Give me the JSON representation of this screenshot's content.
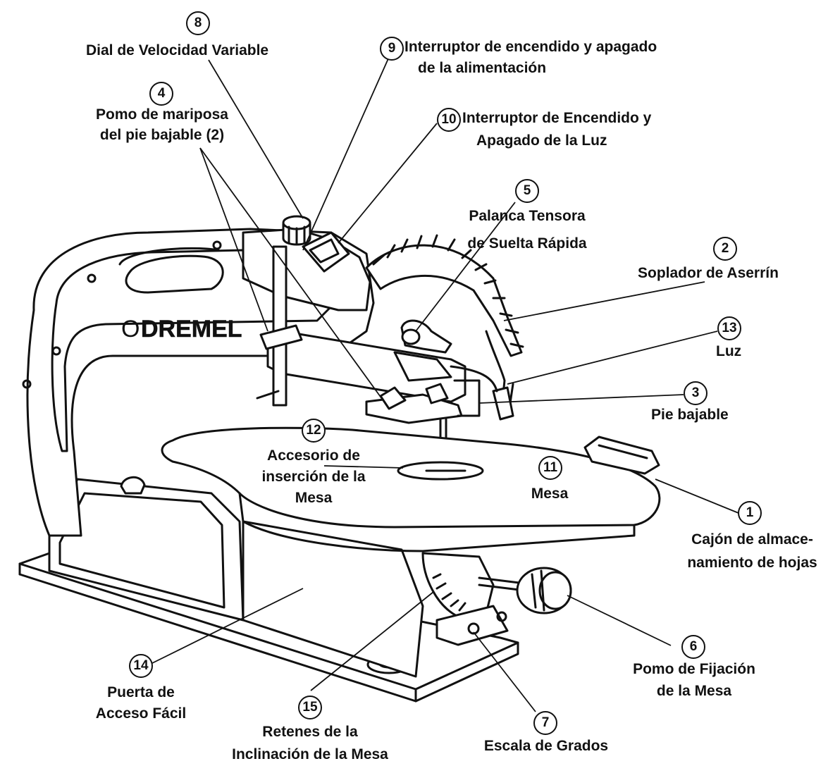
{
  "brand": "DREMEL",
  "callouts": [
    {
      "id": "c1",
      "number": "1",
      "lines": [
        "Cajón de almace-",
        "namiento de hojas"
      ]
    },
    {
      "id": "c2",
      "number": "2",
      "lines": [
        "Soplador de Aserrín"
      ]
    },
    {
      "id": "c3",
      "number": "3",
      "lines": [
        "Pie bajable"
      ]
    },
    {
      "id": "c4",
      "number": "4",
      "lines": [
        "Pomo de mariposa",
        "del pie bajable (2)"
      ]
    },
    {
      "id": "c5",
      "number": "5",
      "lines": [
        "Palanca Tensora",
        "de Suelta Rápida"
      ]
    },
    {
      "id": "c6",
      "number": "6",
      "lines": [
        "Pomo de Fijación",
        "de la Mesa"
      ]
    },
    {
      "id": "c7",
      "number": "7",
      "lines": [
        "Escala de Grados"
      ]
    },
    {
      "id": "c8",
      "number": "8",
      "lines": [
        "Dial de Velocidad Variable"
      ]
    },
    {
      "id": "c9",
      "number": "9",
      "lines": [
        "Interruptor de encendido y apagado",
        "de la alimentación"
      ]
    },
    {
      "id": "c10",
      "number": "10",
      "lines": [
        "Interruptor de Encendido y",
        "Apagado de la Luz"
      ]
    },
    {
      "id": "c11",
      "number": "11",
      "lines": [
        "Mesa"
      ]
    },
    {
      "id": "c12",
      "number": "12",
      "lines": [
        "Accesorio de",
        "inserción de la",
        "Mesa"
      ]
    },
    {
      "id": "c13",
      "number": "13",
      "lines": [
        "Luz"
      ]
    },
    {
      "id": "c14",
      "number": "14",
      "lines": [
        "Puerta de",
        "Acceso Fácil"
      ]
    },
    {
      "id": "c15",
      "number": "15",
      "lines": [
        "Retenes de la",
        "Inclinación de la Mesa"
      ]
    }
  ]
}
